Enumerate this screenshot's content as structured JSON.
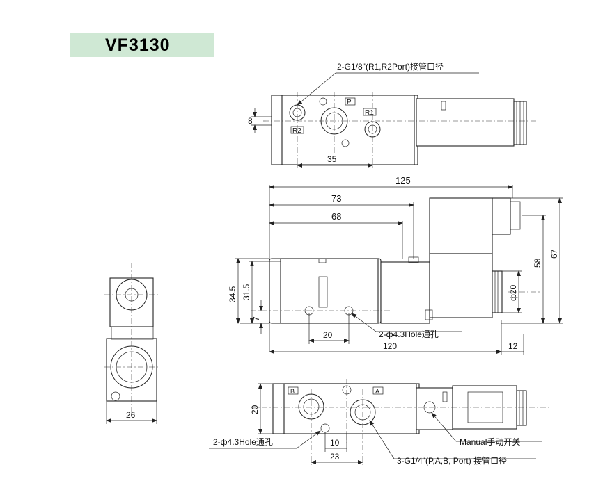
{
  "title": "VF3130",
  "labels": {
    "g18_port": "2-G1/8\"(R1,R2Port)接管口径",
    "port_p": "P",
    "port_r1": "R1",
    "port_r2": "R2",
    "hole_43_side": "2-ф4.3Hole通孔",
    "hole_43_bottom": "2-ф4.3Hole通孔",
    "manual": "Manual手动开关",
    "g14_port": "3-G1/4\"(P,A,B, Port) 接管口径",
    "port_a": "A",
    "port_b": "B"
  },
  "dimensions": {
    "d8": "8",
    "d35": "35",
    "d125": "125",
    "d73": "73",
    "d68": "68",
    "d34_5": "34.5",
    "d31_5": "31.5",
    "d7": "7",
    "d20_side": "20",
    "d120": "120",
    "d12": "12",
    "d58": "58",
    "d67": "67",
    "phi20": "ф20",
    "d26": "26",
    "d20_bottom": "20",
    "d10": "10",
    "d23": "23"
  }
}
